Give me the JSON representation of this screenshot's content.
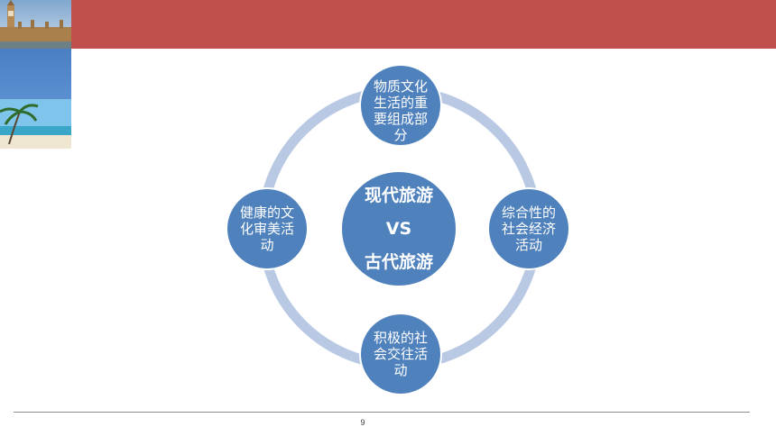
{
  "diagram": {
    "center": {
      "line1": "现代旅游",
      "line2": "VS",
      "line3": "古代旅游"
    },
    "nodes": {
      "top": "物质文化生活的重要组成部分",
      "right": "综合性的社会经济活动",
      "bottom": "积极的社会交往活动",
      "left": "健康的文化审美活动"
    }
  },
  "page_number": "9",
  "colors": {
    "accent_red": "#c0504d",
    "node_blue": "#4f81bd",
    "ring": "#b9c9e3"
  }
}
